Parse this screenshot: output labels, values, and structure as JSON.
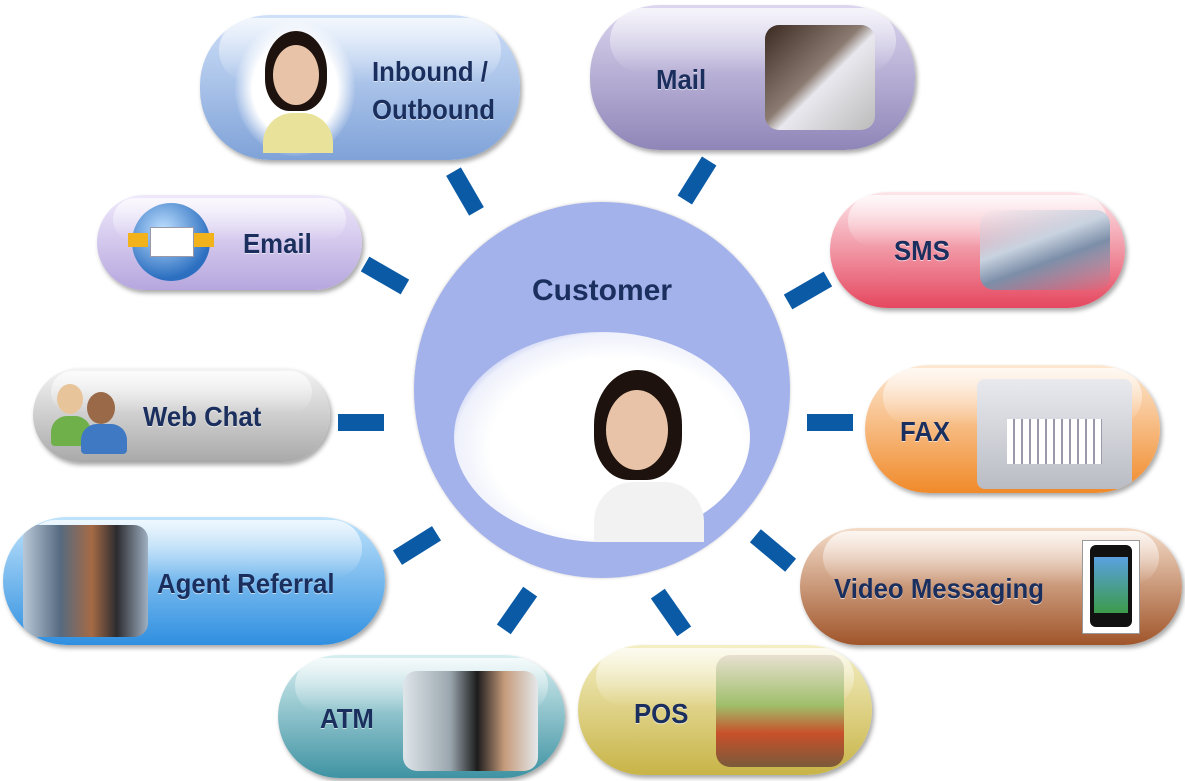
{
  "center": {
    "label": "Customer"
  },
  "channels": [
    {
      "id": "inbound-outbound",
      "label_line1": "Inbound /",
      "label_line2": "Outbound",
      "icon": "call-center-agent-photo"
    },
    {
      "id": "mail",
      "label": "Mail",
      "icon": "mail-photo"
    },
    {
      "id": "email",
      "label": "Email",
      "icon": "email-globe-icon"
    },
    {
      "id": "sms",
      "label": "SMS",
      "icon": "mobile-phones-photo"
    },
    {
      "id": "web-chat",
      "label": "Web Chat",
      "icon": "chat-users-icon"
    },
    {
      "id": "fax",
      "label": "FAX",
      "icon": "fax-machine-photo"
    },
    {
      "id": "agent-referral",
      "label": "Agent Referral",
      "icon": "agents-photo"
    },
    {
      "id": "video-messaging",
      "label": "Video Messaging",
      "icon": "smartphone-photo"
    },
    {
      "id": "atm",
      "label": "ATM",
      "icon": "atm-photo"
    },
    {
      "id": "pos",
      "label": "POS",
      "icon": "store-photo"
    }
  ],
  "colors": {
    "connector": "#0b5aa6",
    "text": "#1b2f5e",
    "center": "#a4b2ec"
  }
}
